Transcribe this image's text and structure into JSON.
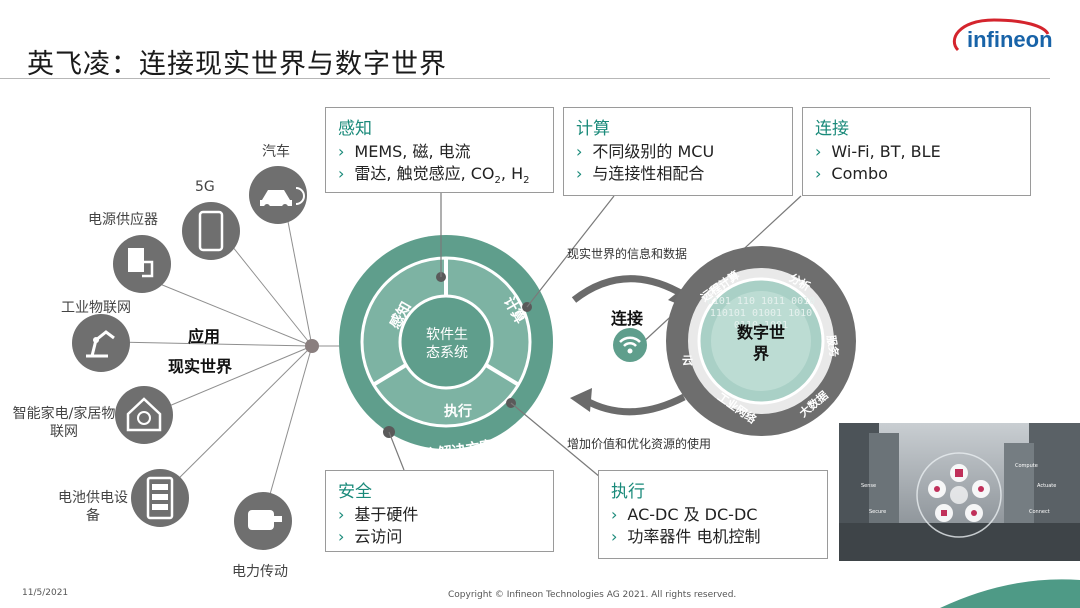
{
  "title": "英飞凌：连接现实世界与数字世界",
  "logo_text": "infineon",
  "left_apps": {
    "car": "汽车",
    "fiveg": "5G",
    "power_supply": "电源供应器",
    "iiot": "工业物联网",
    "smart_home": "智能家电/家居物联网",
    "battery": "电池供电设备",
    "motor": "电力传动",
    "app_label": "应用",
    "real_world": "现实世界"
  },
  "wheel": {
    "sense": "感知",
    "compute": "计算",
    "actuate": "执行",
    "center": "软件生态系统",
    "security": "安全解决方案"
  },
  "connection": {
    "label": "连接",
    "top_arrow": "现实世界的信息和数据",
    "bottom_arrow": "增加价值和优化资源的使用"
  },
  "digital": {
    "center": "数字世界",
    "ring_top_left": "远程计算",
    "ring_top_right": "分析",
    "ring_right": "服务",
    "ring_bottom_right": "大数据",
    "ring_bottom": "工业网络",
    "ring_left": "云",
    "binary": "0101 110 1011 0010 110101 01001 1010 0110 1001"
  },
  "boxes": {
    "sense": {
      "title": "感知",
      "items": [
        "MEMS, 磁, 电流",
        "雷达, 触觉感应, CO",
        "2",
        ", H",
        "2"
      ]
    },
    "compute": {
      "title": "计算",
      "items": [
        "不同级别的 MCU",
        "与连接性相配合"
      ]
    },
    "connect": {
      "title": "连接",
      "items": [
        "Wi-Fi, BT, BLE",
        "Combo"
      ]
    },
    "security": {
      "title": "安全",
      "items": [
        "基于硬件",
        "云访问"
      ]
    },
    "actuate": {
      "title": "执行",
      "items": [
        "AC-DC 及 DC-DC",
        "功率器件 电机控制"
      ]
    }
  },
  "photo_labels": {
    "sense": "Sense",
    "compute": "Compute",
    "actuate": "Actuate",
    "secure": "Secure",
    "connect": "Connect"
  },
  "footer": {
    "date": "11/5/2021",
    "copyright": "Copyright © Infineon Technologies AG 2021. All rights reserved."
  },
  "colors": {
    "teal": "#5f9e8c",
    "teal_dark": "#1a8a7a",
    "gray_ring": "#6e6e6e",
    "infineon_blue": "#1863a8",
    "infineon_red": "#d4242d"
  }
}
